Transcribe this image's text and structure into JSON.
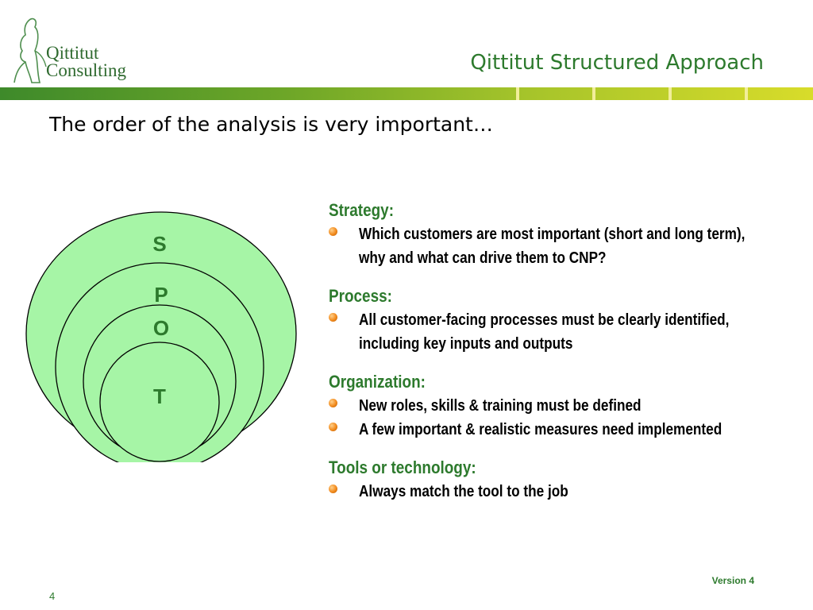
{
  "logo": {
    "line1": "Qittitut",
    "line2": "Consulting"
  },
  "header": {
    "title": "Qittitut Structured Approach"
  },
  "subtitle": "The order of the analysis is very important…",
  "diagram": {
    "letters": [
      "S",
      "P",
      "O",
      "T"
    ]
  },
  "sections": [
    {
      "title": "Strategy:",
      "bullets": [
        " Which customers are most important (short and long term), why and what can drive them to CNP?"
      ]
    },
    {
      "title": "Process:",
      "bullets": [
        "All customer-facing processes must be clearly identified, including key inputs and outputs"
      ]
    },
    {
      "title": "Organization:",
      "bullets": [
        "New roles, skills & training must be defined",
        "A few important & realistic measures need implemented"
      ]
    },
    {
      "title": "Tools or technology:",
      "bullets": [
        "Always match the tool to the job"
      ]
    }
  ],
  "footer": {
    "version": "Version 4",
    "page": "4"
  },
  "colors": {
    "brand_green": "#2d7a2d",
    "circle_fill": "#a6f5a6",
    "bullet_orange": "#f28a1c"
  }
}
